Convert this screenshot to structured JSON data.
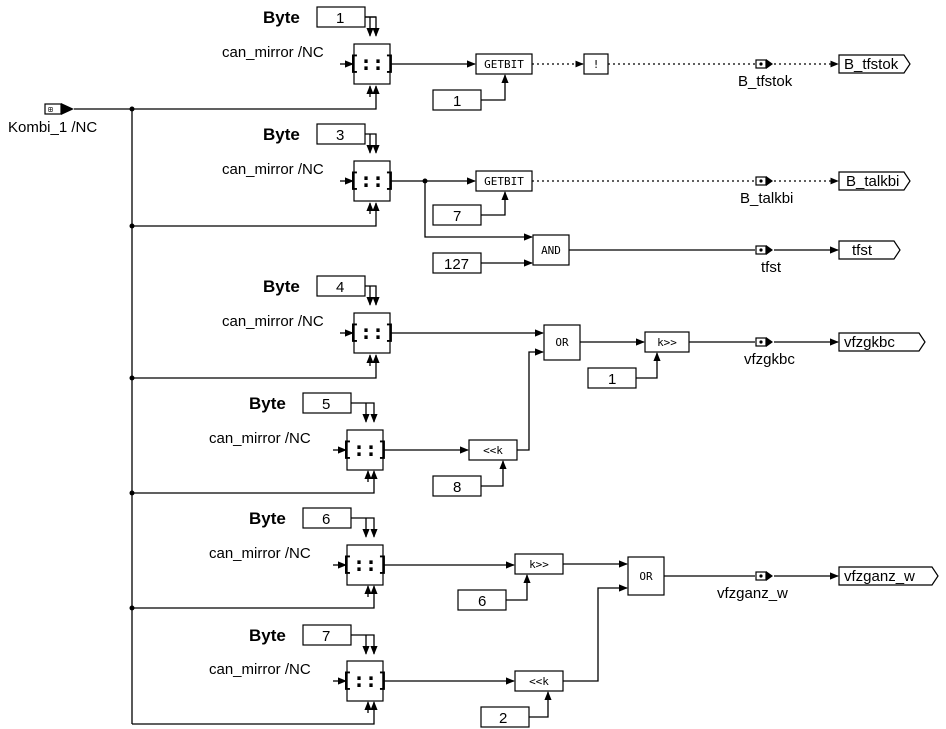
{
  "input": {
    "label": "Kombi_1 /NC"
  },
  "byte_label": "Byte",
  "can_mirror_label": "can_mirror /NC",
  "rows": [
    {
      "byte": "1",
      "ops": [
        "GETBIT",
        "!"
      ],
      "bit_const": "1",
      "signal": "B_tfstok",
      "port": "B_tfstok"
    },
    {
      "byte": "3",
      "ops": [
        "GETBIT"
      ],
      "bit_const": "7",
      "signal": "B_talkbi",
      "port": "B_talkbi",
      "and_op": "AND",
      "and_const": "127",
      "and_signal": "tfst",
      "and_port": "tfst"
    },
    {
      "byte": "4",
      "or_op": "OR",
      "shift_op": "k>>",
      "shift_const": "1",
      "signal": "vfzgkbc",
      "port": "vfzgkbc"
    },
    {
      "byte": "5",
      "shift_op": "<<k",
      "shift_const": "8"
    },
    {
      "byte": "6",
      "shift_op": "k>>",
      "shift_const": "6",
      "or_op": "OR",
      "signal": "vfzganz_w",
      "port": "vfzganz_w"
    },
    {
      "byte": "7",
      "shift_op": "<<k",
      "shift_const": "2"
    }
  ]
}
